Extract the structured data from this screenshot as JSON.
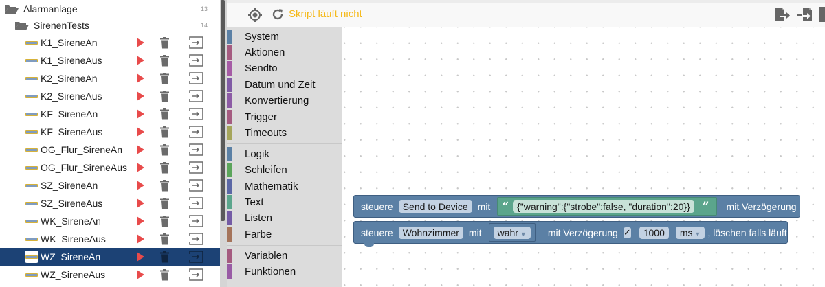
{
  "tree": {
    "folders": [
      {
        "name": "Alarmanlage",
        "count": "13"
      },
      {
        "name": "SirenenTests",
        "count": "14"
      }
    ],
    "scripts": [
      {
        "name": "K1_SireneAn",
        "selected": false
      },
      {
        "name": "K1_SireneAus",
        "selected": false
      },
      {
        "name": "K2_SireneAn",
        "selected": false
      },
      {
        "name": "K2_SireneAus",
        "selected": false
      },
      {
        "name": "KF_SireneAn",
        "selected": false
      },
      {
        "name": "KF_SireneAus",
        "selected": false
      },
      {
        "name": "OG_Flur_SireneAn",
        "selected": false
      },
      {
        "name": "OG_Flur_SireneAus",
        "selected": false
      },
      {
        "name": "SZ_SireneAn",
        "selected": false
      },
      {
        "name": "SZ_SireneAus",
        "selected": false
      },
      {
        "name": "WK_SireneAn",
        "selected": false
      },
      {
        "name": "WK_SireneAus",
        "selected": false
      },
      {
        "name": "WZ_SireneAn",
        "selected": true
      },
      {
        "name": "WZ_SireneAus",
        "selected": false
      }
    ],
    "row_icons": [
      "play-icon",
      "trash-icon",
      "export-icon"
    ]
  },
  "toolbar": {
    "status": "Skript läuft nicht",
    "status_color": "#f5b918",
    "icons": [
      "locate-icon",
      "refresh-icon",
      "export-file-icon",
      "import-file-icon"
    ]
  },
  "toolbox": {
    "groups": [
      [
        {
          "label": "System",
          "color": "#5b80a5"
        },
        {
          "label": "Aktionen",
          "color": "#a55b80"
        },
        {
          "label": "Sendto",
          "color": "#a55ba5"
        },
        {
          "label": "Datum und Zeit",
          "color": "#805ba5"
        },
        {
          "label": "Konvertierung",
          "color": "#8c5ba5"
        },
        {
          "label": "Trigger",
          "color": "#a55b80"
        },
        {
          "label": "Timeouts",
          "color": "#a5a55b"
        }
      ],
      [
        {
          "label": "Logik",
          "color": "#5b80a5"
        },
        {
          "label": "Schleifen",
          "color": "#5ba55b"
        },
        {
          "label": "Mathematik",
          "color": "#5b67a5"
        },
        {
          "label": "Text",
          "color": "#5ba58c"
        },
        {
          "label": "Listen",
          "color": "#745ba5"
        },
        {
          "label": "Farbe",
          "color": "#a5745b"
        }
      ],
      [
        {
          "label": "Variablen",
          "color": "#a55b80"
        },
        {
          "label": "Funktionen",
          "color": "#995ba5"
        }
      ]
    ]
  },
  "workspace": {
    "blocks": [
      {
        "control_label": "steuere",
        "device": "Send to Device",
        "with_label": "mit",
        "text_value": "{\"warning\":{\"strobe\":false, \"duration\":20}}",
        "quote_open": "“",
        "quote_close": "”",
        "delay_label": "mit Verzögerung",
        "delay_checked": false
      },
      {
        "control_label": "steuere",
        "device": "Wohnzimmer",
        "with_label": "mit",
        "value": "wahr",
        "delay_label": "mit Verzögerung",
        "delay_checked": true,
        "delay_check_mark": "✓",
        "delay_value": "1000",
        "unit": "ms",
        "clear_label": ", löschen falls läuft",
        "clear_checked": false
      }
    ]
  }
}
